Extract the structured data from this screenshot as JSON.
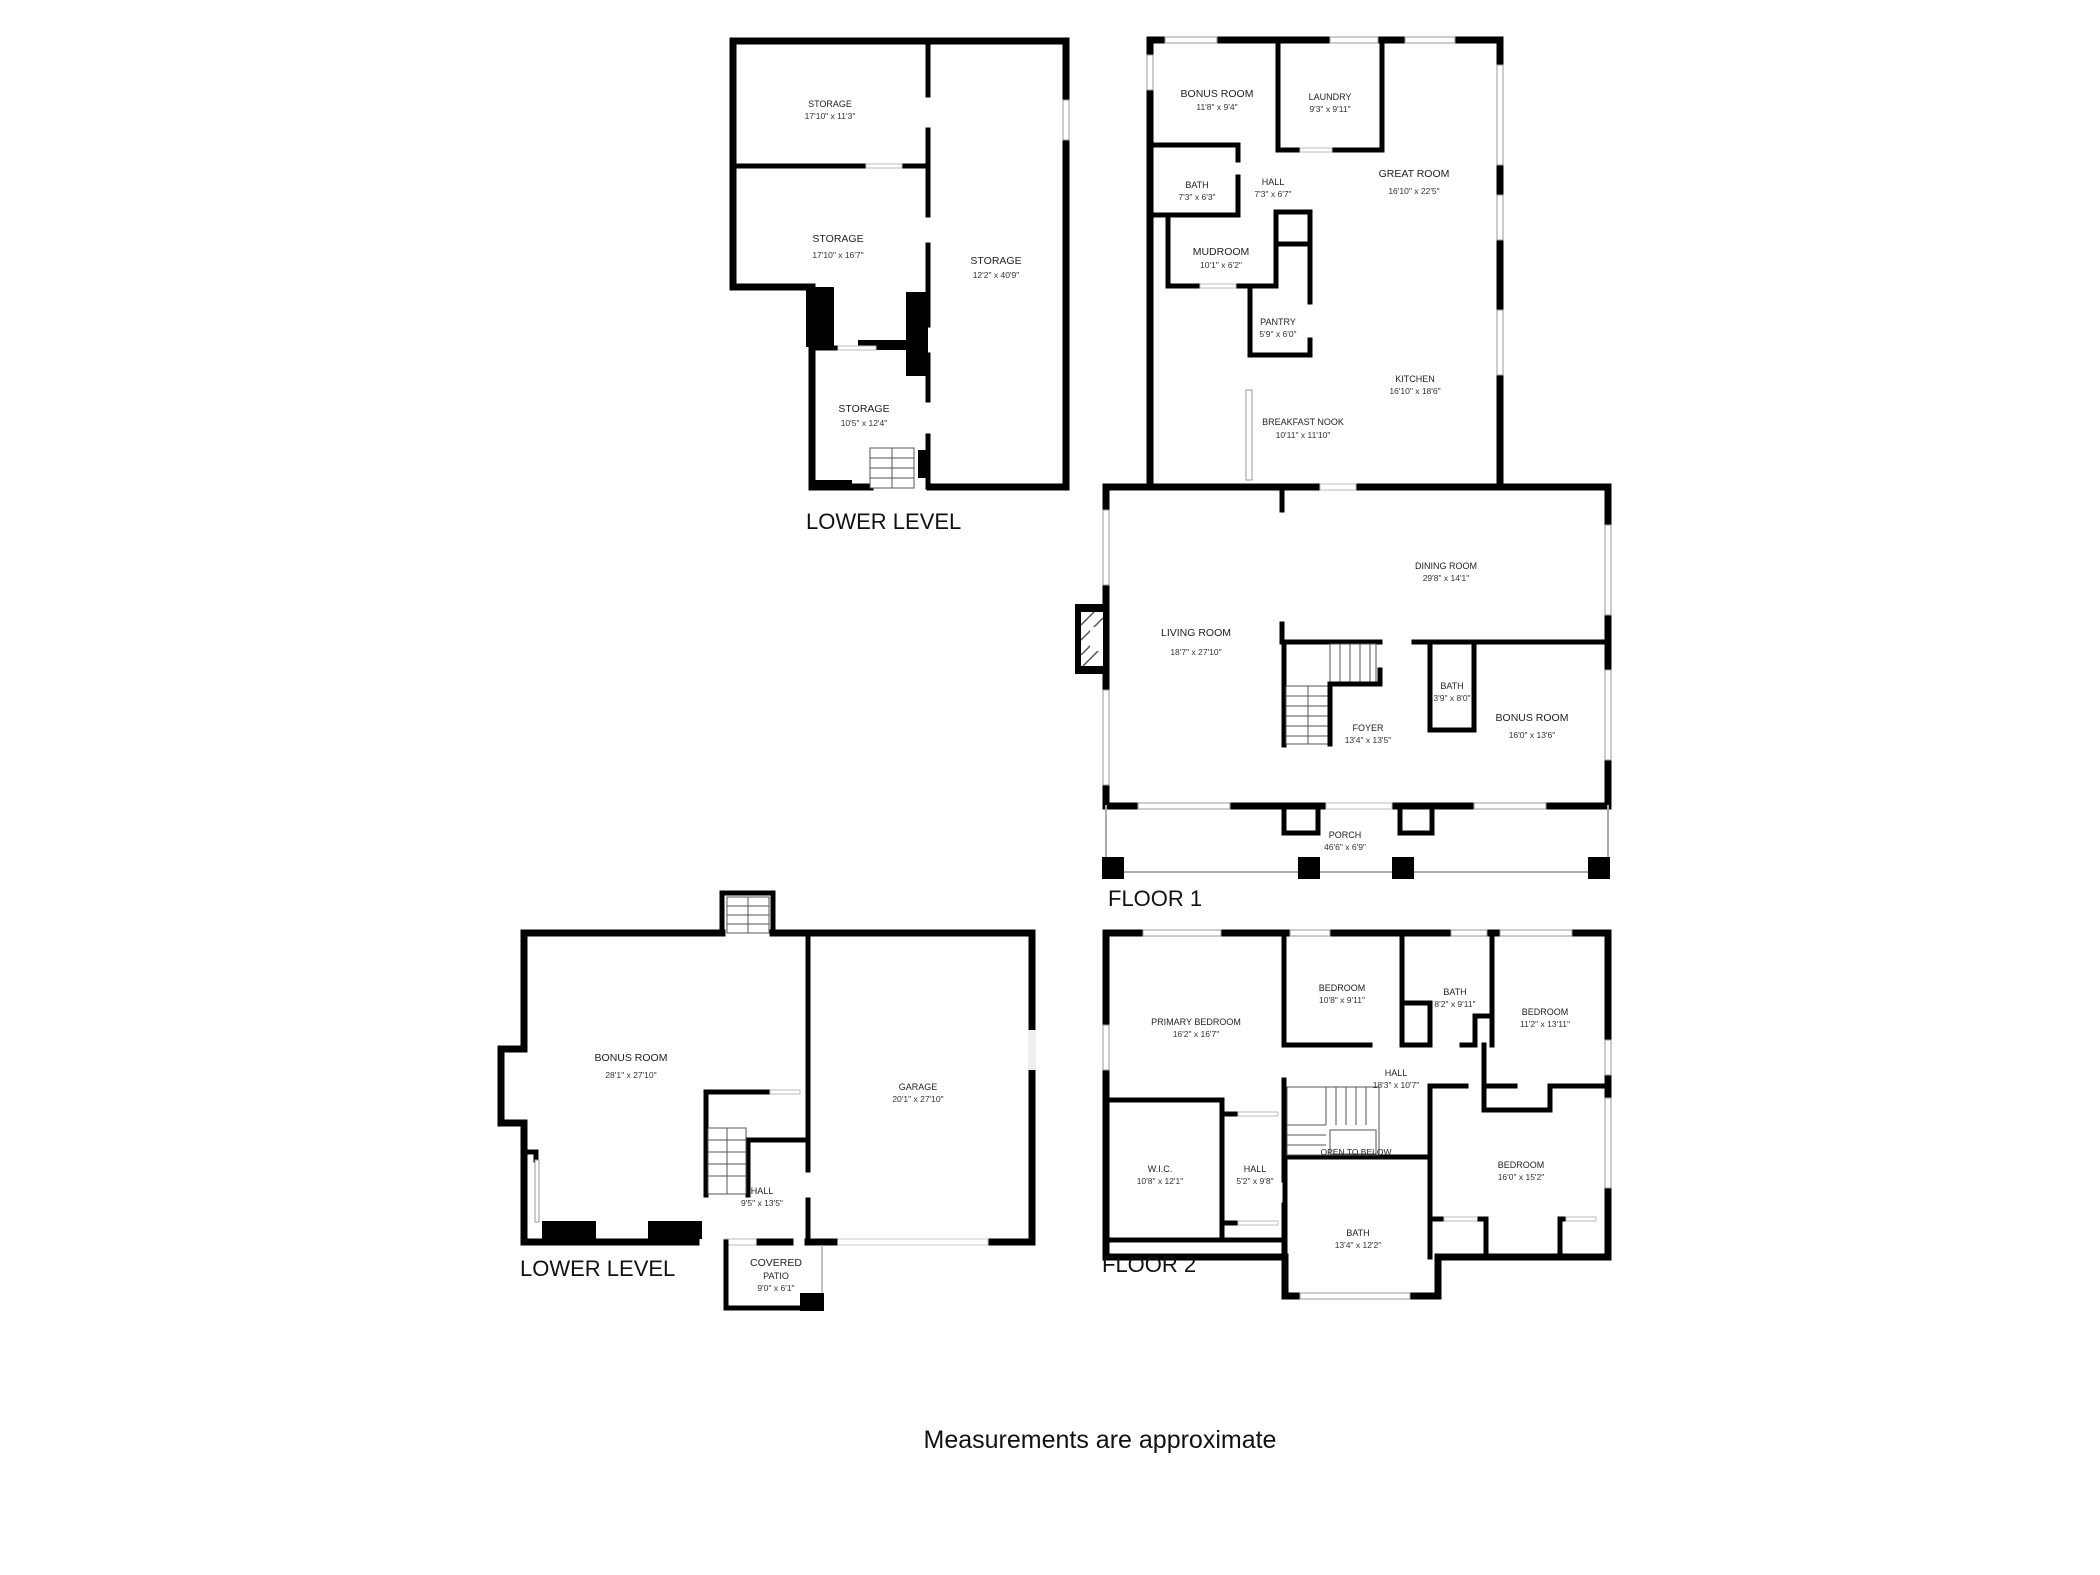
{
  "plans": [
    {
      "id": "lower-level-storage",
      "label": "LOWER LEVEL",
      "rooms": [
        {
          "name": "STORAGE",
          "dims": "17'10\" x 11'3\""
        },
        {
          "name": "STORAGE",
          "dims": "17'10\" x 16'7\""
        },
        {
          "name": "STORAGE",
          "dims": "12'2\" x 40'9\""
        },
        {
          "name": "STORAGE",
          "dims": "10'5\" x 12'4\""
        }
      ]
    },
    {
      "id": "floor-1",
      "label": "FLOOR 1",
      "rooms": [
        {
          "name": "BONUS ROOM",
          "dims": "11'8\" x 9'4\""
        },
        {
          "name": "LAUNDRY",
          "dims": "9'3\" x 9'11\""
        },
        {
          "name": "GREAT ROOM",
          "dims": "16'10\" x 22'5\""
        },
        {
          "name": "BATH",
          "dims": "7'3\" x 6'3\""
        },
        {
          "name": "HALL",
          "dims": "7'3\" x 6'7\""
        },
        {
          "name": "MUDROOM",
          "dims": "10'1\" x 6'2\""
        },
        {
          "name": "PANTRY",
          "dims": "5'9\" x 6'0\""
        },
        {
          "name": "KITCHEN",
          "dims": "16'10\" x 18'6\""
        },
        {
          "name": "BREAKFAST NOOK",
          "dims": "10'11\" x 11'10\""
        },
        {
          "name": "DINING ROOM",
          "dims": "29'8\" x 14'1\""
        },
        {
          "name": "LIVING ROOM",
          "dims": "18'7\" x 27'10\""
        },
        {
          "name": "BATH",
          "dims": "3'9\" x 8'0\""
        },
        {
          "name": "BONUS ROOM",
          "dims": "16'0\" x 13'6\""
        },
        {
          "name": "FOYER",
          "dims": "13'4\" x 13'5\""
        },
        {
          "name": "PORCH",
          "dims": "46'6\" x 6'9\""
        }
      ]
    },
    {
      "id": "lower-level-garage",
      "label": "LOWER LEVEL",
      "rooms": [
        {
          "name": "BONUS ROOM",
          "dims": "28'1\" x 27'10\""
        },
        {
          "name": "GARAGE",
          "dims": "20'1\" x 27'10\""
        },
        {
          "name": "HALL",
          "dims": "9'5\" x 13'5\""
        },
        {
          "name": "COVERED",
          "name2": "PATIO",
          "dims": "9'0\" x 6'1\""
        }
      ]
    },
    {
      "id": "floor-2",
      "label": "FLOOR 2",
      "rooms": [
        {
          "name": "PRIMARY BEDROOM",
          "dims": "16'2\" x 16'7\""
        },
        {
          "name": "BEDROOM",
          "dims": "10'8\" x 9'11\""
        },
        {
          "name": "BATH",
          "dims": "8'2\" x 9'11\""
        },
        {
          "name": "BEDROOM",
          "dims": "11'2\" x 13'11\""
        },
        {
          "name": "HALL",
          "dims": "18'3\" x 10'7\""
        },
        {
          "name": "OPEN TO BELOW",
          "dims": ""
        },
        {
          "name": "W.I.C.",
          "dims": "10'8\" x 12'1\""
        },
        {
          "name": "HALL",
          "dims": "5'2\" x 9'8\""
        },
        {
          "name": "BEDROOM",
          "dims": "16'0\" x 15'2\""
        },
        {
          "name": "BATH",
          "dims": "13'4\" x 12'2\""
        }
      ]
    }
  ],
  "footer": {
    "note": "Measurements are approximate"
  }
}
